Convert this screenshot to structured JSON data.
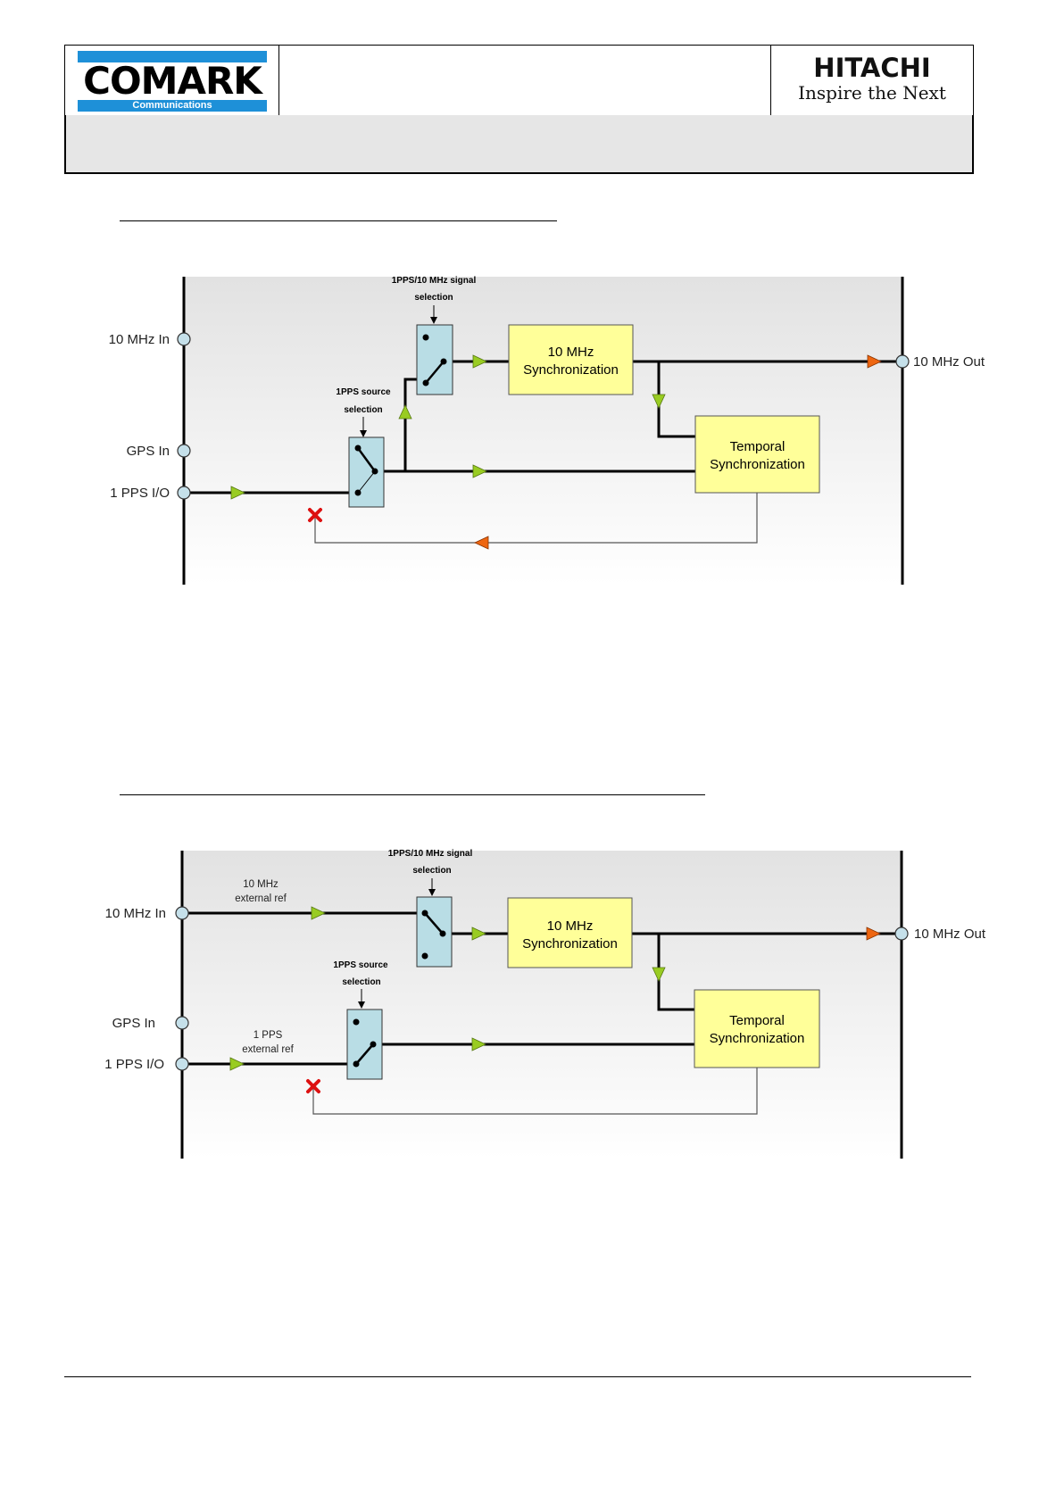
{
  "header": {
    "left_logo": {
      "name": "COMARK",
      "subtitle": "Communications"
    },
    "right_logo": {
      "name": "HITACHI",
      "tagline": "Inspire the Next"
    }
  },
  "diagrams": [
    {
      "input_labels": [
        "10 MHz In",
        "GPS In",
        "1 PPS I/O"
      ],
      "output_label": "10 MHz Out",
      "switch_top_label_1": "1PPS/10 MHz signal",
      "switch_top_label_2": "selection",
      "switch_bottom_label_1": "1PPS source",
      "switch_bottom_label_2": "selection",
      "block_10mhz": [
        "10 MHz",
        "Synchronization"
      ],
      "block_temporal": [
        "Temporal",
        "Synchronization"
      ],
      "ext_ref_10mhz": [],
      "ext_ref_1pps": []
    },
    {
      "input_labels": [
        "10 MHz In",
        "GPS In",
        "1 PPS I/O"
      ],
      "output_label": "10 MHz Out",
      "switch_top_label_1": "1PPS/10 MHz signal",
      "switch_top_label_2": "selection",
      "switch_bottom_label_1": "1PPS source",
      "switch_bottom_label_2": "selection",
      "block_10mhz": [
        "10 MHz",
        "Synchronization"
      ],
      "block_temporal": [
        "Temporal",
        "Synchronization"
      ],
      "ext_ref_10mhz": [
        "10 MHz",
        "external ref"
      ],
      "ext_ref_1pps": [
        "1 PPS",
        "external ref"
      ]
    }
  ],
  "colors": {
    "logo_blue": "#1e90d8",
    "header_band": "#e6e6e6",
    "block_fill": "#ffff99",
    "switch_fill": "#b9dde5",
    "port_fill": "#c5e0ea",
    "arrow_green": "#99cc22",
    "arrow_orange": "#ee6611",
    "x_mark": "#dd1111"
  }
}
